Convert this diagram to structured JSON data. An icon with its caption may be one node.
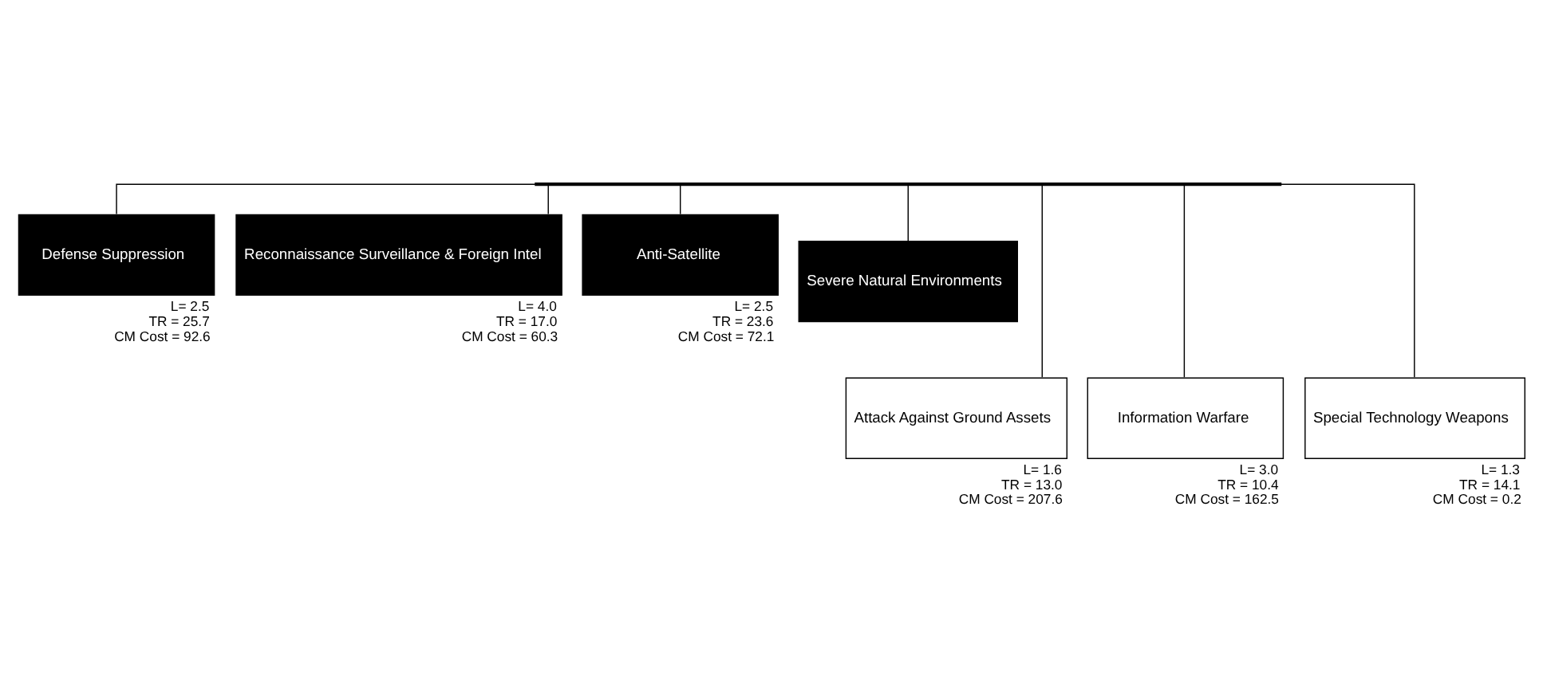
{
  "diagram": {
    "nodes": [
      {
        "text": [],
        "shape": "bar"
      },
      {
        "text": [
          "Defense Suppression"
        ],
        "beside": [
          "L= 2.5",
          "TR = 25.7",
          "CM Cost = 92.6"
        ]
      },
      {
        "text": [
          "Reconnaissance Surveillance & Foreign Intel"
        ],
        "beside": [
          "L= 4.0",
          "TR = 17.0",
          "CM Cost = 60.3"
        ]
      },
      {
        "text": [
          "Anti-Satellite"
        ],
        "beside": [
          "L= 2.5",
          "TR = 23.6",
          "CM Cost = 72.1"
        ]
      },
      {
        "text": [
          "Severe Natural Environments"
        ]
      },
      {
        "text": [
          "Attack Against Ground Assets"
        ],
        "beside": [
          "L= 1.6",
          "TR = 13.0",
          "CM Cost = 207.6"
        ]
      },
      {
        "text": [
          "Information Warfare"
        ],
        "beside": [
          "L= 3.0",
          "TR = 10.4",
          "CM Cost = 162.5"
        ]
      },
      {
        "text": [
          "Special Technology Weapons"
        ],
        "beside": [
          "L= 1.3",
          "TR = 14.1",
          "CM Cost = 0.2"
        ]
      }
    ],
    "edges": [
      {
        "from": 0,
        "to": 1,
        "arrow": "none"
      },
      {
        "from": 0,
        "to": 5,
        "arrow": "none"
      },
      {
        "from": 0,
        "to": 2,
        "arrow": "none"
      },
      {
        "from": 0,
        "to": 6,
        "arrow": "none"
      },
      {
        "from": 0,
        "to": 3,
        "arrow": "none"
      },
      {
        "from": 0,
        "to": 7,
        "arrow": "none"
      },
      {
        "from": 0,
        "to": 4,
        "arrow": "none"
      }
    ]
  }
}
